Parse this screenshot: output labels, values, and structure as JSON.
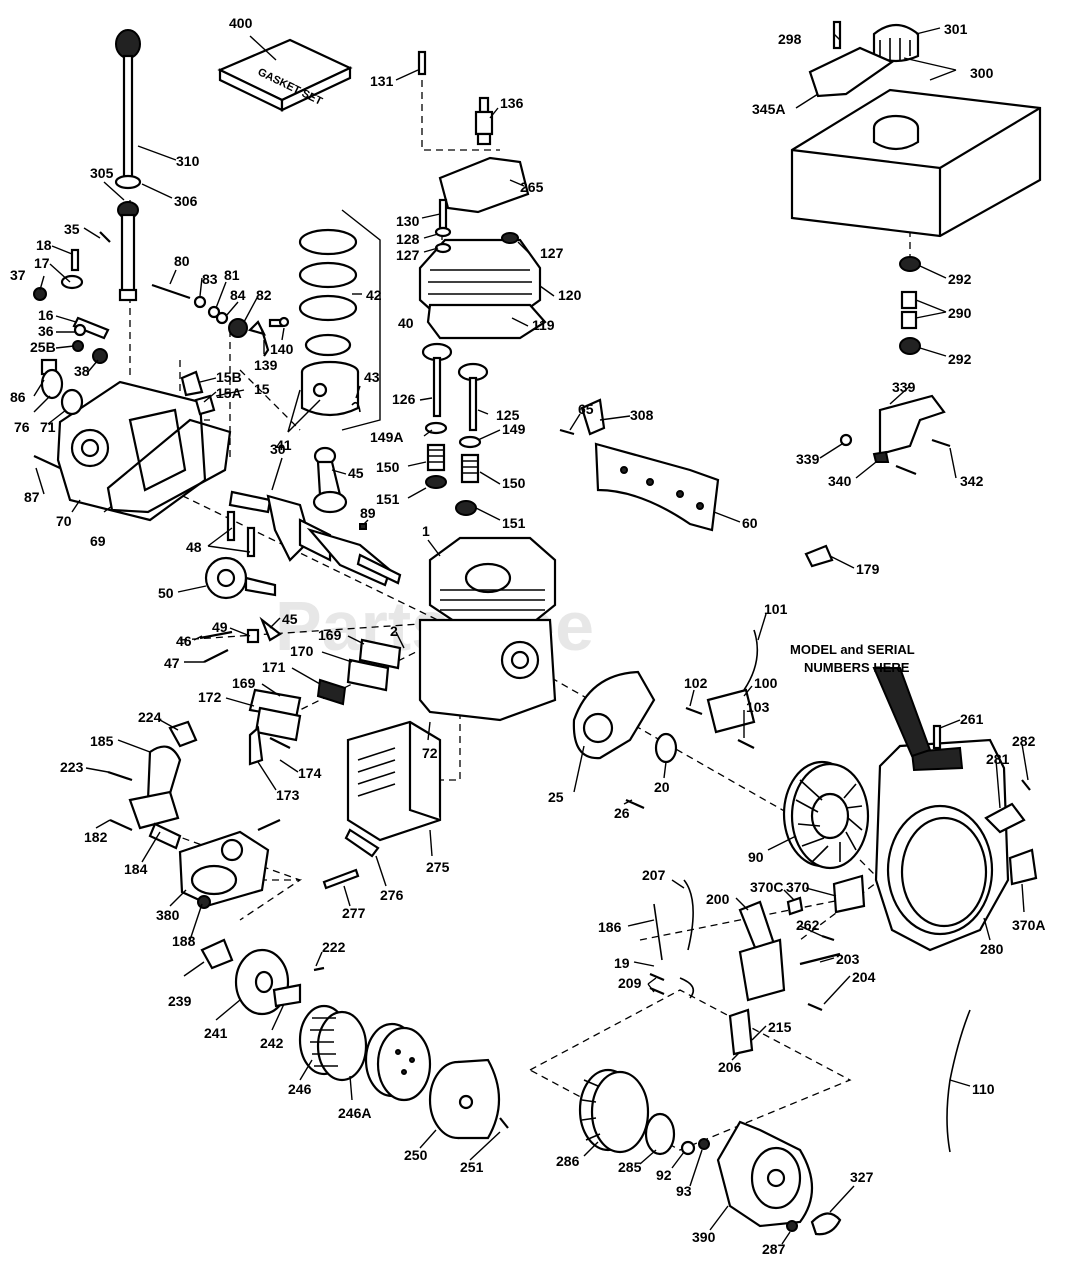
{
  "watermark": "PartsTree",
  "model_note": {
    "line1": "MODEL and SERIAL",
    "line2": "NUMBERS HERE"
  },
  "gasket_set_text": "GASKET SET",
  "callouts": [
    {
      "id": "400",
      "text": "400"
    },
    {
      "id": "310",
      "text": "310"
    },
    {
      "id": "305",
      "text": "305"
    },
    {
      "id": "306",
      "text": "306"
    },
    {
      "id": "35",
      "text": "35"
    },
    {
      "id": "18",
      "text": "18"
    },
    {
      "id": "17",
      "text": "17"
    },
    {
      "id": "37",
      "text": "37"
    },
    {
      "id": "16",
      "text": "16"
    },
    {
      "id": "36",
      "text": "36"
    },
    {
      "id": "25B",
      "text": "25B"
    },
    {
      "id": "38",
      "text": "38"
    },
    {
      "id": "86",
      "text": "86"
    },
    {
      "id": "76",
      "text": "76"
    },
    {
      "id": "71",
      "text": "71"
    },
    {
      "id": "87",
      "text": "87"
    },
    {
      "id": "70",
      "text": "70"
    },
    {
      "id": "69",
      "text": "69"
    },
    {
      "id": "80",
      "text": "80"
    },
    {
      "id": "83",
      "text": "83"
    },
    {
      "id": "81",
      "text": "81"
    },
    {
      "id": "84",
      "text": "84"
    },
    {
      "id": "82",
      "text": "82"
    },
    {
      "id": "15B",
      "text": "15B"
    },
    {
      "id": "15A",
      "text": "15A"
    },
    {
      "id": "15",
      "text": "15"
    },
    {
      "id": "139",
      "text": "139"
    },
    {
      "id": "140",
      "text": "140"
    },
    {
      "id": "131",
      "text": "131"
    },
    {
      "id": "136",
      "text": "136"
    },
    {
      "id": "265",
      "text": "265"
    },
    {
      "id": "130",
      "text": "130"
    },
    {
      "id": "128",
      "text": "128"
    },
    {
      "id": "127a",
      "text": "127"
    },
    {
      "id": "127b",
      "text": "127"
    },
    {
      "id": "120",
      "text": "120"
    },
    {
      "id": "119",
      "text": "119"
    },
    {
      "id": "42",
      "text": "42"
    },
    {
      "id": "40",
      "text": "40"
    },
    {
      "id": "43",
      "text": "43"
    },
    {
      "id": "41",
      "text": "41"
    },
    {
      "id": "126",
      "text": "126"
    },
    {
      "id": "125",
      "text": "125"
    },
    {
      "id": "149A",
      "text": "149A"
    },
    {
      "id": "149",
      "text": "149"
    },
    {
      "id": "150a",
      "text": "150"
    },
    {
      "id": "150b",
      "text": "150"
    },
    {
      "id": "151a",
      "text": "151"
    },
    {
      "id": "151b",
      "text": "151"
    },
    {
      "id": "30",
      "text": "30"
    },
    {
      "id": "45a",
      "text": "45"
    },
    {
      "id": "89",
      "text": "89"
    },
    {
      "id": "48",
      "text": "48"
    },
    {
      "id": "50",
      "text": "50"
    },
    {
      "id": "1",
      "text": "1"
    },
    {
      "id": "46",
      "text": "46"
    },
    {
      "id": "49",
      "text": "49"
    },
    {
      "id": "45b",
      "text": "45"
    },
    {
      "id": "47",
      "text": "47"
    },
    {
      "id": "169a",
      "text": "169"
    },
    {
      "id": "2",
      "text": "2"
    },
    {
      "id": "170",
      "text": "170"
    },
    {
      "id": "171",
      "text": "171"
    },
    {
      "id": "169b",
      "text": "169"
    },
    {
      "id": "172",
      "text": "172"
    },
    {
      "id": "224",
      "text": "224"
    },
    {
      "id": "185",
      "text": "185"
    },
    {
      "id": "223",
      "text": "223"
    },
    {
      "id": "174",
      "text": "174"
    },
    {
      "id": "173",
      "text": "173"
    },
    {
      "id": "72",
      "text": "72"
    },
    {
      "id": "182",
      "text": "182"
    },
    {
      "id": "184",
      "text": "184"
    },
    {
      "id": "380",
      "text": "380"
    },
    {
      "id": "188",
      "text": "188"
    },
    {
      "id": "275",
      "text": "275"
    },
    {
      "id": "276",
      "text": "276"
    },
    {
      "id": "277",
      "text": "277"
    },
    {
      "id": "222",
      "text": "222"
    },
    {
      "id": "239",
      "text": "239"
    },
    {
      "id": "241",
      "text": "241"
    },
    {
      "id": "242",
      "text": "242"
    },
    {
      "id": "246",
      "text": "246"
    },
    {
      "id": "246A",
      "text": "246A"
    },
    {
      "id": "250",
      "text": "250"
    },
    {
      "id": "251",
      "text": "251"
    },
    {
      "id": "298",
      "text": "298"
    },
    {
      "id": "301",
      "text": "301"
    },
    {
      "id": "300",
      "text": "300"
    },
    {
      "id": "345A",
      "text": "345A"
    },
    {
      "id": "292a",
      "text": "292"
    },
    {
      "id": "290",
      "text": "290"
    },
    {
      "id": "292b",
      "text": "292"
    },
    {
      "id": "339a",
      "text": "339"
    },
    {
      "id": "339b",
      "text": "339"
    },
    {
      "id": "340",
      "text": "340"
    },
    {
      "id": "342",
      "text": "342"
    },
    {
      "id": "65",
      "text": "65"
    },
    {
      "id": "308",
      "text": "308"
    },
    {
      "id": "60",
      "text": "60"
    },
    {
      "id": "179",
      "text": "179"
    },
    {
      "id": "101",
      "text": "101"
    },
    {
      "id": "102",
      "text": "102"
    },
    {
      "id": "100",
      "text": "100"
    },
    {
      "id": "103",
      "text": "103"
    },
    {
      "id": "25",
      "text": "25"
    },
    {
      "id": "26",
      "text": "26"
    },
    {
      "id": "20",
      "text": "20"
    },
    {
      "id": "261",
      "text": "261"
    },
    {
      "id": "282",
      "text": "282"
    },
    {
      "id": "281",
      "text": "281"
    },
    {
      "id": "90",
      "text": "90"
    },
    {
      "id": "207",
      "text": "207"
    },
    {
      "id": "186",
      "text": "186"
    },
    {
      "id": "200",
      "text": "200"
    },
    {
      "id": "370C",
      "text": "370C"
    },
    {
      "id": "370",
      "text": "370"
    },
    {
      "id": "262",
      "text": "262"
    },
    {
      "id": "280",
      "text": "280"
    },
    {
      "id": "370A",
      "text": "370A"
    },
    {
      "id": "19",
      "text": "19"
    },
    {
      "id": "209",
      "text": "209"
    },
    {
      "id": "203",
      "text": "203"
    },
    {
      "id": "204",
      "text": "204"
    },
    {
      "id": "215",
      "text": "215"
    },
    {
      "id": "206",
      "text": "206"
    },
    {
      "id": "110",
      "text": "110"
    },
    {
      "id": "286",
      "text": "286"
    },
    {
      "id": "285",
      "text": "285"
    },
    {
      "id": "92",
      "text": "92"
    },
    {
      "id": "93",
      "text": "93"
    },
    {
      "id": "390",
      "text": "390"
    },
    {
      "id": "327",
      "text": "327"
    },
    {
      "id": "287",
      "text": "287"
    }
  ]
}
